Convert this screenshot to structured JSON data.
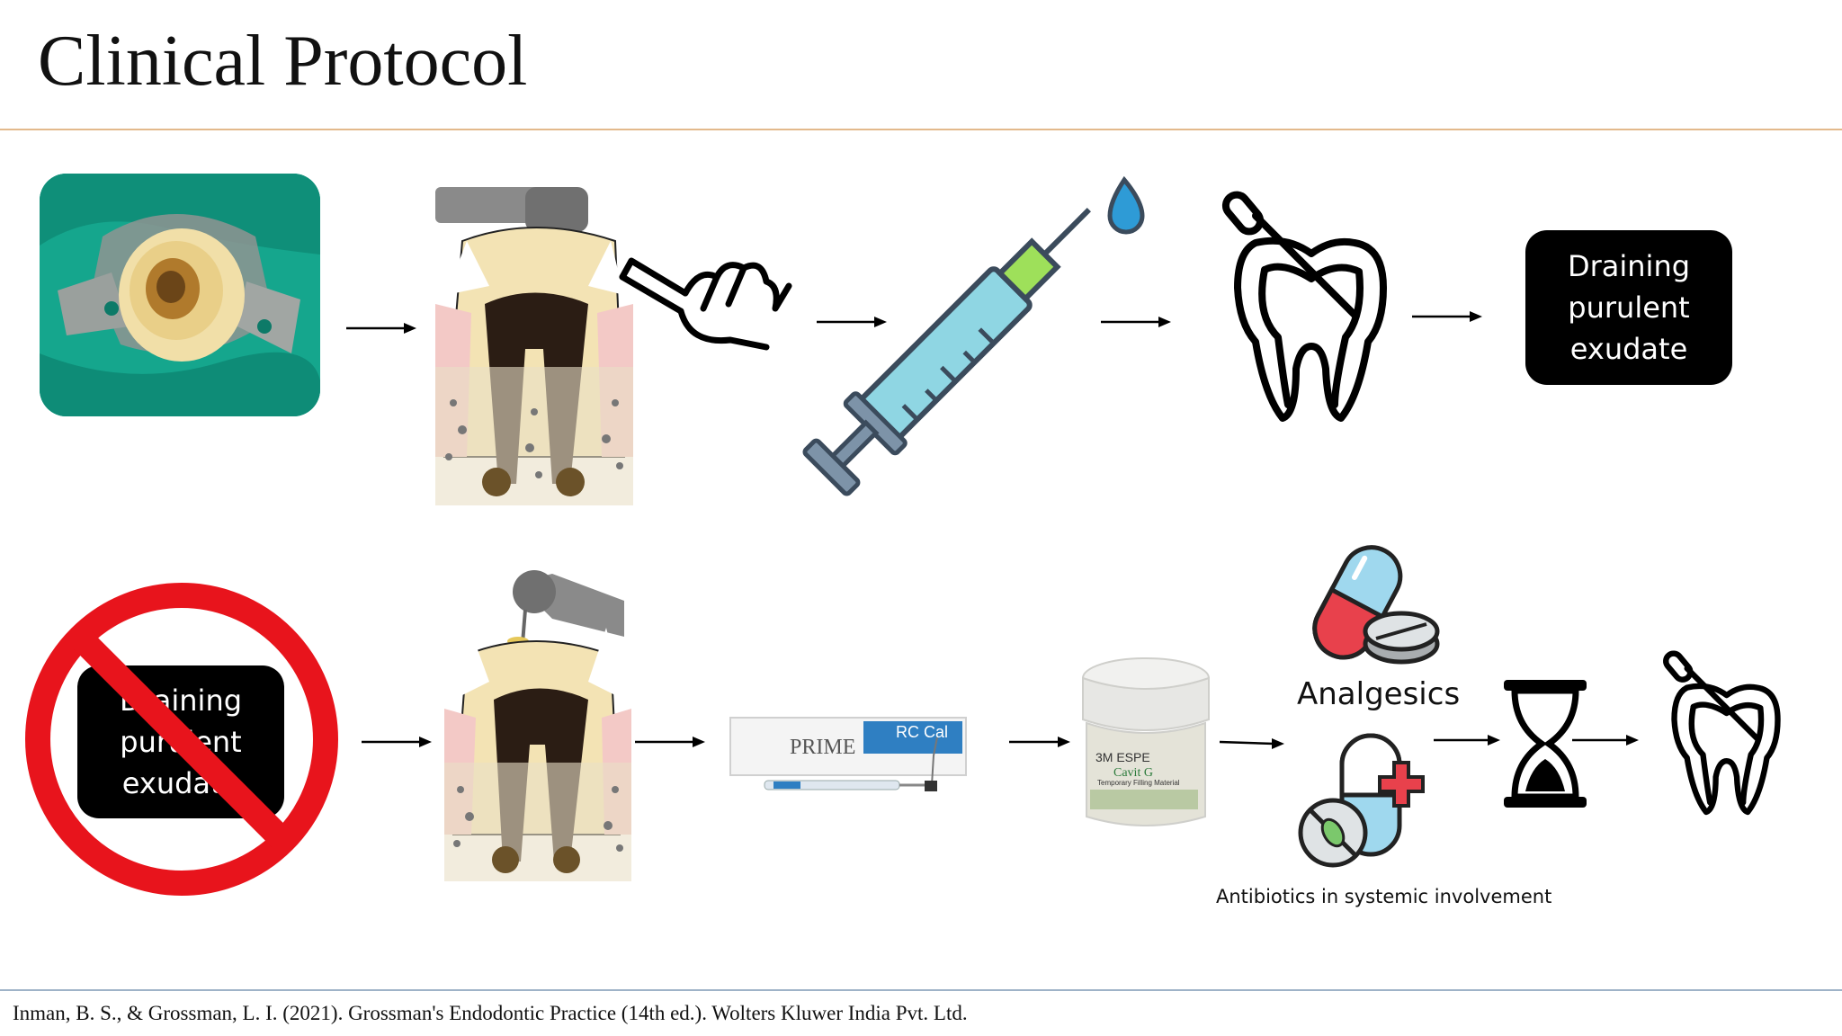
{
  "slide": {
    "title": "Clinical Protocol",
    "citation": "Inman, B. S., & Grossman, L. I. (2021). Grossman's Endodontic Practice (14th ed.). Wolters Kluwer India Pvt. Ltd."
  },
  "row1": {
    "box": {
      "line1": "Draining",
      "line2": "purulent",
      "line3": "exudate"
    }
  },
  "row2": {
    "box": {
      "line1": "Draining",
      "line2": "purulent",
      "line3": "exudate"
    },
    "product_rc": {
      "brand": "PRIME",
      "name": "RC Cal"
    },
    "product_cavit": {
      "brand": "3M ESPE",
      "name": "Cavit G",
      "desc": "Temporary Filling Material"
    },
    "analgesics_label": "Analgesics",
    "antibiotics_label": "Antibiotics in systemic involvement"
  },
  "colors": {
    "rule_top": "#e3b98c",
    "rule_bottom": "#9fb3c8",
    "prohibition": "#e8141c",
    "rubber_dam": "#1aa38b",
    "syringe": "#8fd6e3",
    "pill_red": "#e8414c",
    "pill_blue": "#9fd8ee"
  },
  "icons": [
    "rubber-dam-photo",
    "tooth-drill-illustration",
    "hand-pointing-icon",
    "syringe-icon",
    "tooth-file-icon",
    "prohibition-icon",
    "rc-cal-product",
    "cavit-jar",
    "capsule-pill-icon",
    "antibiotic-capsule-icon",
    "hourglass-icon"
  ]
}
